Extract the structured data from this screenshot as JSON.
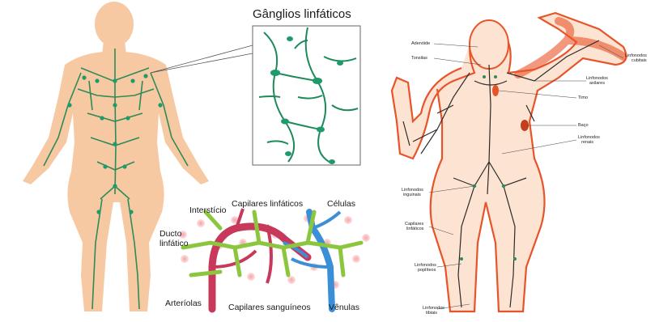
{
  "inset_title": "Gânglios linfáticos",
  "capillary_labels": {
    "intersticio": "Interstício",
    "capilares_linfaticos": "Capilares linfáticos",
    "celulas": "Células",
    "ducto_line1": "Ducto",
    "ducto_line2": "linfático",
    "arteriolas": "Arteríolas",
    "capilares_sanguineos": "Capilares sanguíneos",
    "venulas": "Vênulas"
  },
  "right_figure_labels": {
    "adenoide": "Adenóide",
    "tonsilas": "Tonsilas",
    "linfonodos_cubitais_1": "Linfonodos",
    "linfonodos_cubitais_2": "cubitais",
    "linfonodos_axilares_1": "Linfonodos",
    "linfonodos_axilares_2": "axilares",
    "timo": "Timo",
    "baco": "Baço",
    "linfonodos_renais_1": "Linfonodos",
    "linfonodos_renais_2": "renais",
    "linfonodos_inguinais_1": "Linfonodos",
    "linfonodos_inguinais_2": "inguinais",
    "capilares_linfaticos_1": "Capilares",
    "capilares_linfaticos_2": "linfáticos",
    "linfonodos_popliteos_1": "Linfonodos",
    "linfonodos_popliteos_2": "poplíteos",
    "linfonodos_tibiais_1": "Linfonodos",
    "linfonodos_tibiais_2": "tibiais"
  },
  "colors": {
    "skin": "#f7c9a3",
    "lymph_green": "#2e8b57",
    "node_green": "#1f9a6b",
    "artery_red": "#c8385a",
    "vein_blue": "#3a8fd6",
    "capillary_green": "#8cc63f",
    "body_outline": "#e8542a"
  }
}
